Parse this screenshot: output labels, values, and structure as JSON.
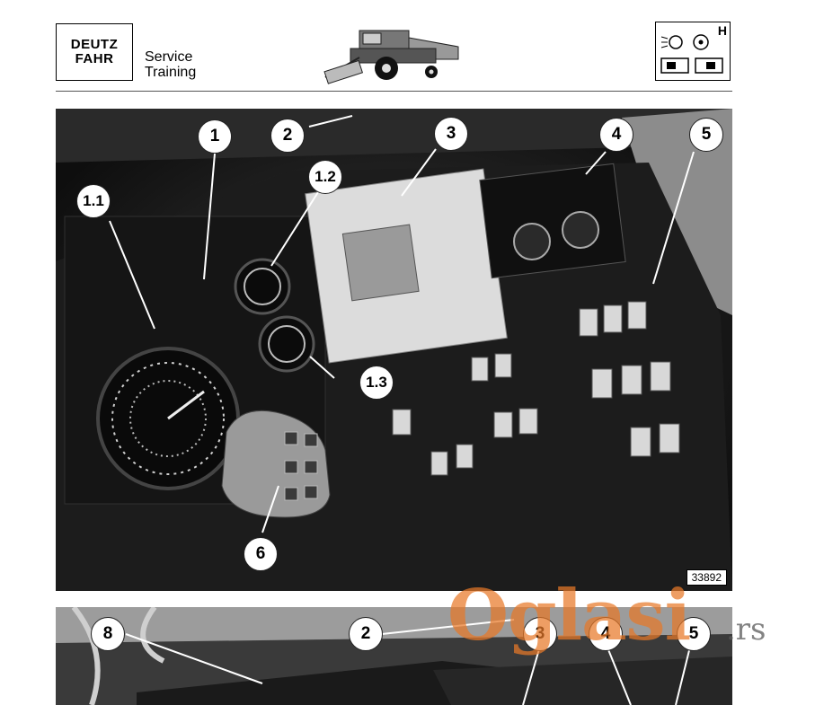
{
  "header": {
    "brand_line1": "DEUTZ",
    "brand_line2": "FAHR",
    "title_line1": "Service",
    "title_line2": "Training",
    "section_letter": "H",
    "illustration_icon": "combine-harvester-icon",
    "lighting_icon": "headlight-icon",
    "steering_icon": "steering-wheel-icon"
  },
  "figure1": {
    "photo_id": "33892",
    "callouts": [
      "1",
      "1.1",
      "1.2",
      "1.3",
      "2",
      "3",
      "4",
      "5",
      "6"
    ]
  },
  "figure2": {
    "callouts": [
      "8",
      "2",
      "3",
      "4",
      "5"
    ]
  },
  "watermark": {
    "text": "Oglasi",
    "tld": ".rs"
  },
  "colors": {
    "watermark": "#e87828",
    "photo_background": "#1a1a1a"
  }
}
